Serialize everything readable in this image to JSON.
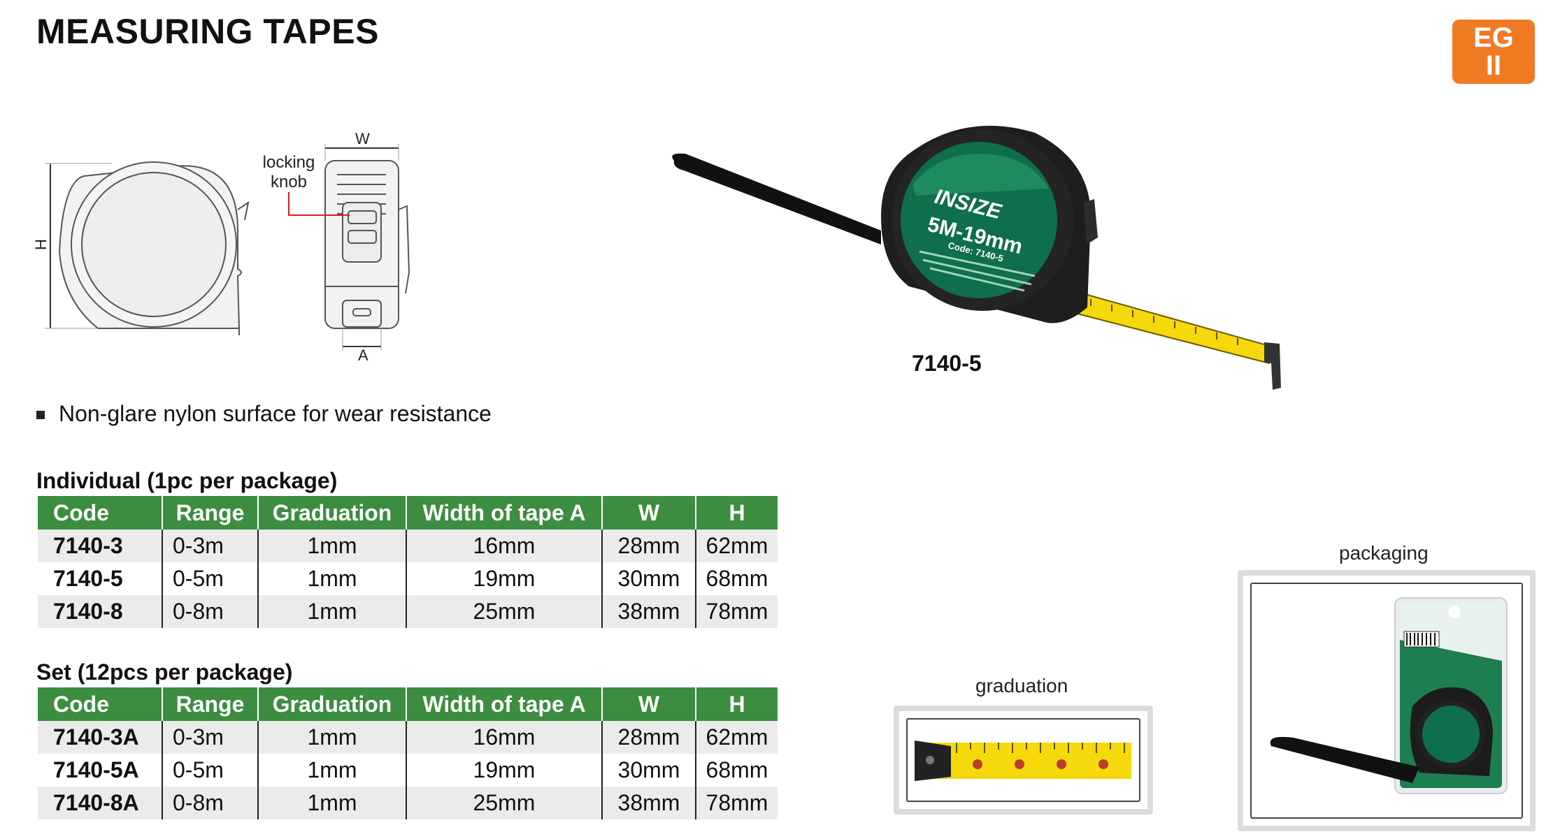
{
  "header": {
    "title": "MEASURING TAPES",
    "badge_line1": "EG",
    "badge_line2": "II"
  },
  "diagram": {
    "label_w": "W",
    "label_h": "H",
    "label_a": "A",
    "locking_knob_1": "locking",
    "locking_knob_2": "knob"
  },
  "product": {
    "model": "7140-5",
    "brand_text": "INSIZE",
    "case_text": "5M-19mm",
    "code_text": "Code: 7140-5"
  },
  "feature": "Non-glare nylon surface for wear resistance",
  "individual": {
    "title": "Individual (1pc per package)",
    "headers": [
      "Code",
      "Range",
      "Graduation",
      "Width of tape A",
      "W",
      "H"
    ],
    "rows": [
      [
        "7140-3",
        "0-3m",
        "1mm",
        "16mm",
        "28mm",
        "62mm"
      ],
      [
        "7140-5",
        "0-5m",
        "1mm",
        "19mm",
        "30mm",
        "68mm"
      ],
      [
        "7140-8",
        "0-8m",
        "1mm",
        "25mm",
        "38mm",
        "78mm"
      ]
    ]
  },
  "set": {
    "title": "Set (12pcs per package)",
    "headers": [
      "Code",
      "Range",
      "Graduation",
      "Width of tape A",
      "W",
      "H"
    ],
    "rows": [
      [
        "7140-3A",
        "0-3m",
        "1mm",
        "16mm",
        "28mm",
        "62mm"
      ],
      [
        "7140-5A",
        "0-5m",
        "1mm",
        "19mm",
        "30mm",
        "68mm"
      ],
      [
        "7140-8A",
        "0-8m",
        "1mm",
        "25mm",
        "38mm",
        "78mm"
      ]
    ]
  },
  "graduation": {
    "caption": "graduation"
  },
  "packaging": {
    "caption": "packaging"
  },
  "colors": {
    "header_green": "#3c8d3f",
    "badge_orange": "#f07a22",
    "tape_yellow": "#f5d90a",
    "row_alt": "#ebebeb"
  },
  "icons": [
    "bullet-square-icon"
  ]
}
